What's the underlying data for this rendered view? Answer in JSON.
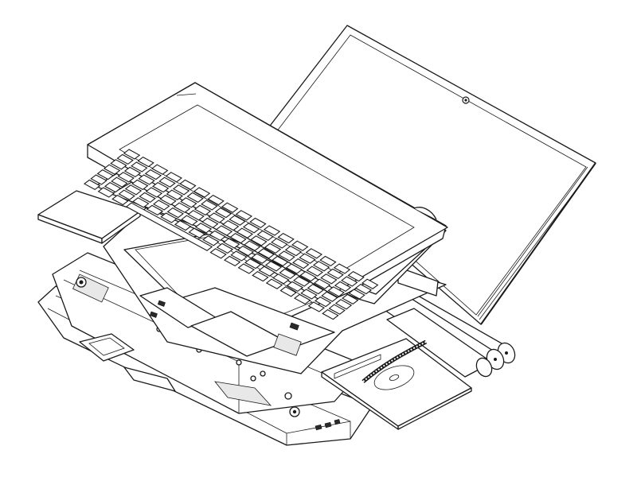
{
  "diagram": {
    "components": [
      {
        "id": "display",
        "icon": "display-panel-icon"
      },
      {
        "id": "keyboard",
        "icon": "keyboard-icon"
      },
      {
        "id": "palmrest",
        "icon": "palmrest-icon"
      },
      {
        "id": "touchpad",
        "icon": "touchpad-icon"
      },
      {
        "id": "mainboard",
        "icon": "mainboard-icon"
      },
      {
        "id": "battery",
        "icon": "battery-icon"
      },
      {
        "id": "optical-drive",
        "icon": "optical-drive-icon"
      },
      {
        "id": "bottom-case",
        "icon": "bottom-case-icon"
      }
    ],
    "line_color": "#1a1a1a",
    "background": "#ffffff"
  }
}
